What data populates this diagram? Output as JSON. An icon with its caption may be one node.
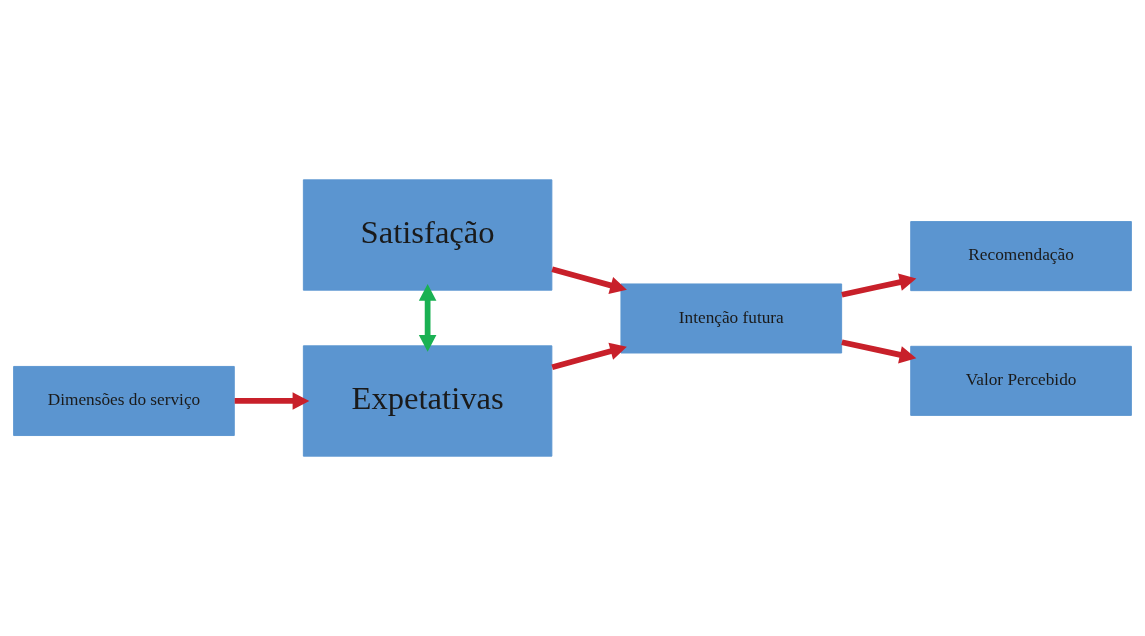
{
  "diagram": {
    "nodes": [
      {
        "text": [
          "Satisfação"
        ]
      },
      {
        "text": [
          "Recomendação"
        ]
      },
      {
        "text": [
          "Dimensões do serviço"
        ]
      },
      {
        "text": [
          "Intenção futura"
        ]
      },
      {
        "text": [
          "Expetativas"
        ]
      },
      {
        "text": [
          "Valor Percebido"
        ]
      }
    ],
    "edges": [
      {
        "from": 2,
        "to": 4,
        "arrow": "to"
      },
      {
        "from": 0,
        "to": 4,
        "arrow": "both",
        "color": "#1ab153"
      },
      {
        "from": 0,
        "to": 3,
        "arrow": "to"
      },
      {
        "from": 4,
        "to": 3,
        "arrow": "to"
      },
      {
        "from": 3,
        "to": 1,
        "arrow": "to"
      },
      {
        "from": 3,
        "to": 5,
        "arrow": "to"
      }
    ]
  }
}
